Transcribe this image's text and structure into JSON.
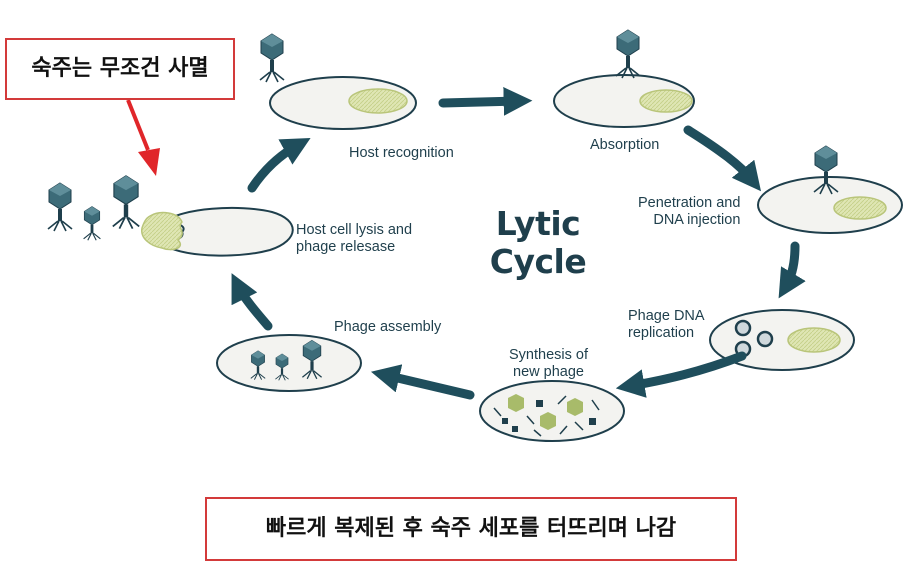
{
  "diagram": {
    "center_title_line1": "Lytic",
    "center_title_line2": "Cycle",
    "stages": {
      "host_recognition": "Host recognition",
      "absorption": "Absorption",
      "penetration_line1": "Penetration and",
      "penetration_line2": "DNA injection",
      "replication_line1": "Phage DNA",
      "replication_line2": "replication",
      "synthesis_line1": "Synthesis of",
      "synthesis_line2": "new phage",
      "assembly": "Phage assembly",
      "lysis_line1": "Host cell lysis and",
      "lysis_line2": "phage relesase"
    }
  },
  "annotations": {
    "top_left_note": "숙주는 무조건 사멸",
    "bottom_caption": "빠르게 복제된 후 숙주 세포를 터뜨리며 나감"
  },
  "colors": {
    "cell_stroke": "#1f3f4c",
    "cell_fill": "#f3f3f0",
    "nucleoid_fill": "#d9e0a6",
    "nucleoid_stroke": "#b9c57a",
    "phage_color": "#3c6b78",
    "arrow_color": "#1f4e5c",
    "annotation_red": "#e0262a",
    "hexagon_green": "#a8bb6a"
  }
}
